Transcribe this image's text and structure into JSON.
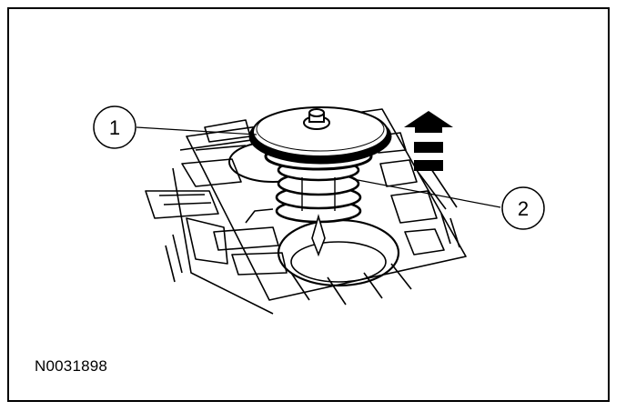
{
  "callouts": [
    {
      "label": "1"
    },
    {
      "label": "2"
    }
  ],
  "figure_id": "N0031898",
  "icons": {
    "direction": "up-arrow-icon"
  },
  "colors": {
    "ink": "#000000",
    "paper": "#ffffff"
  }
}
